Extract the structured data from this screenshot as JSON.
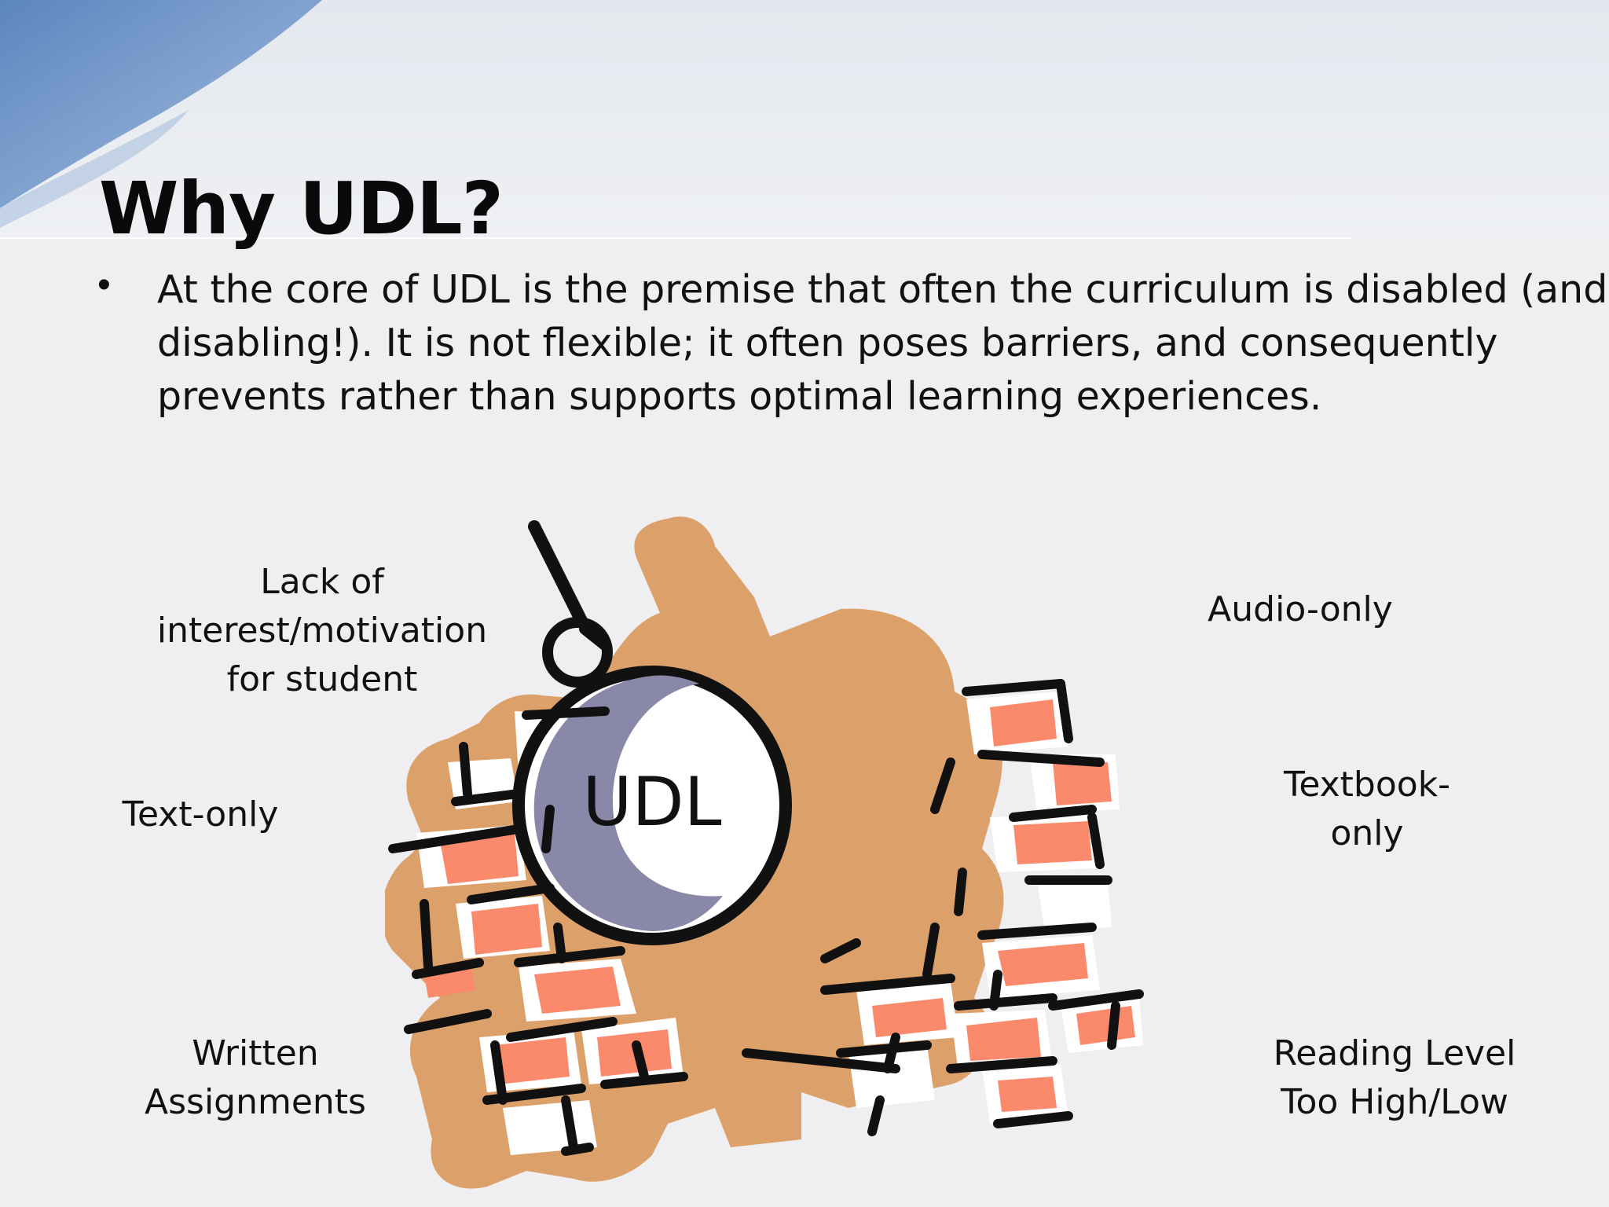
{
  "slide": {
    "title": "Why UDL?",
    "bullet": "At the core of UDL is the premise that often the curriculum is disabled (and disabling!). It is not flexible; it often poses barriers, and consequently prevents rather than supports optimal learning experiences."
  },
  "graphic": {
    "ball_label": "UDL",
    "icon": "wrecking-ball-brick-wall-icon"
  },
  "barriers": {
    "motivation": "Lack of\ninterest/motivation\nfor student",
    "text_only": "Text-only",
    "written": "Written\nAssignments",
    "audio_only": "Audio-only",
    "textbook_only": "Textbook-\nonly",
    "reading_level": "Reading Level\nToo High/Low"
  },
  "colors": {
    "brick": "#fb8a6c",
    "mortar": "#dca06a",
    "ball": "#8a88a8",
    "accent_blue": "#6e94c4"
  }
}
